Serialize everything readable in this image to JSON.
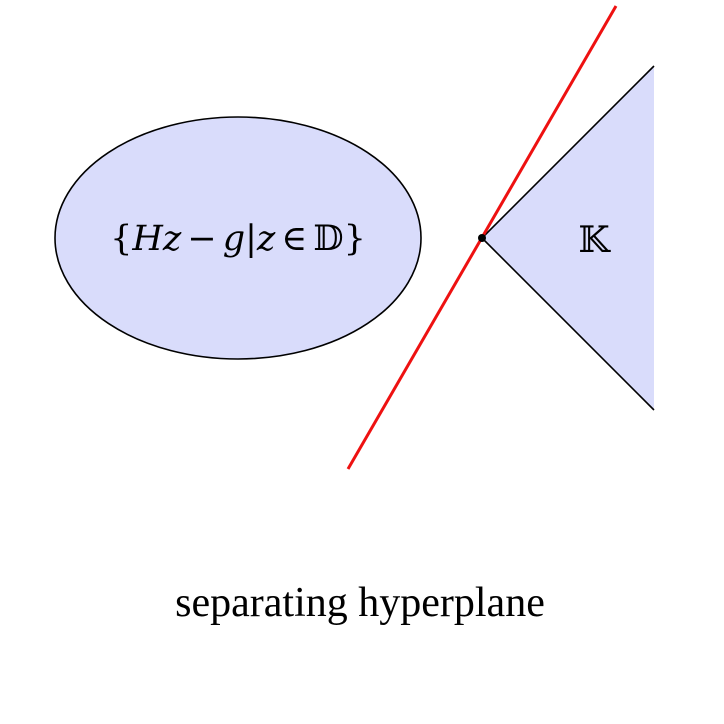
{
  "diagram": {
    "set_label_parts": {
      "open_brace": "{",
      "H": "H",
      "z1": "z",
      "minus": "−",
      "g": "g",
      "bar": "|",
      "z2": "z",
      "elem": "∈",
      "D": "𝔻",
      "close_brace": "}"
    },
    "cone_label": "𝕂",
    "caption": "separating hyperplane"
  },
  "colors": {
    "region_fill": "#d9dcfb",
    "outline": "#000000",
    "hyperplane": "#ee1111",
    "point": "#000000",
    "text": "#000000"
  }
}
